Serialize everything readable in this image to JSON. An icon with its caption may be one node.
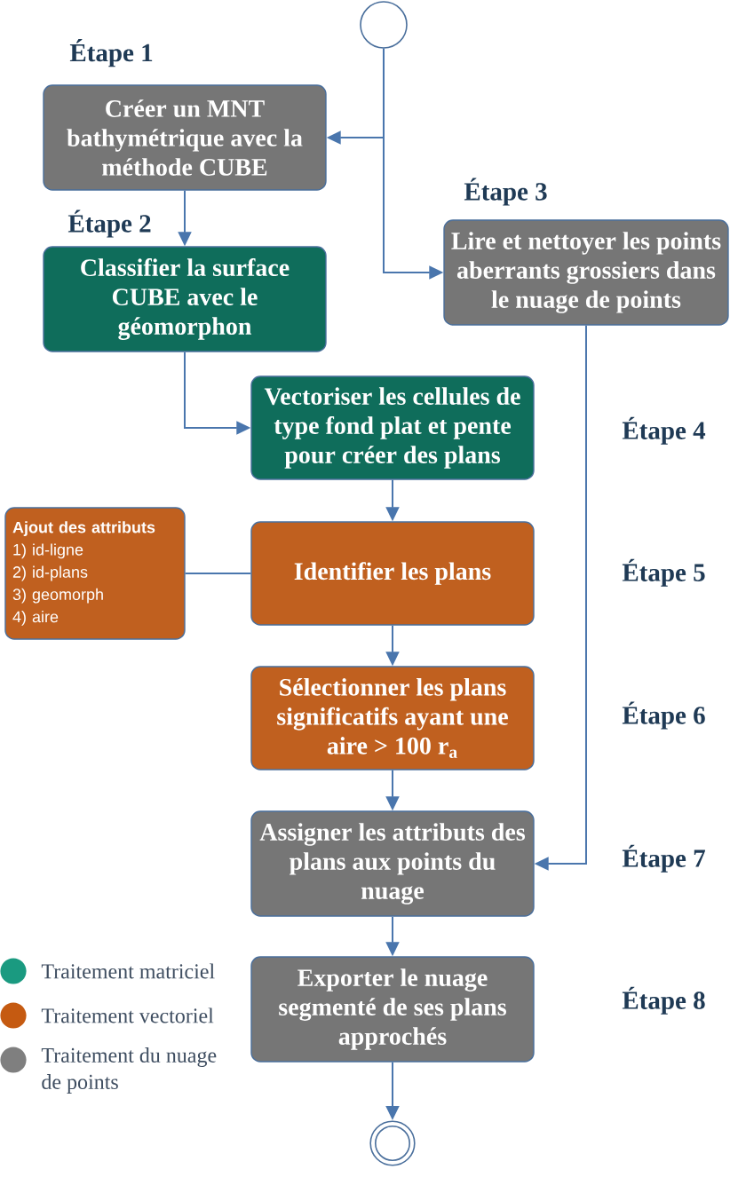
{
  "diagram": {
    "nodes": [
      {
        "text": [],
        "shape": "circle"
      },
      {
        "text": [
          "Créer un MNT bathymétrique avec la méthode CUBE"
        ],
        "beside": [
          "Étape 1"
        ]
      },
      {
        "text": [
          "Classifier la surface CUBE avec le géomorphon"
        ],
        "beside": [
          "Étape 2"
        ]
      },
      {
        "text": [
          "Lire et nettoyer les points aberrants grossiers dans le nuage de points"
        ],
        "beside": [
          "Étape 3"
        ]
      },
      {
        "text": [
          "Vectoriser les cellules de type fond plat et pente pour créer des plans"
        ],
        "beside": [
          "Étape 4"
        ]
      },
      {
        "text": [
          "Ajout des attributs",
          "1) id-ligne",
          "2) id-plans",
          "3) geomorph",
          "4) aire"
        ]
      },
      {
        "text": [
          "Identifier les plans"
        ],
        "beside": [
          "Étape 5"
        ]
      },
      {
        "text": [
          "Sélectionner les plans significatifs ayant une aire > 100 r$_{a}$"
        ],
        "beside": [
          "Étape 6"
        ]
      },
      {
        "text": [
          "Assigner les attributs des plans aux points du nuage"
        ],
        "beside": [
          "Étape 7"
        ]
      },
      {
        "text": [
          "Exporter le nuage segmenté de ses plans approchés"
        ],
        "beside": [
          "Étape 8"
        ]
      },
      {
        "text": [],
        "shape": "circle"
      }
    ],
    "edges": [
      {
        "from": 0,
        "to": 1,
        "arrow": "to"
      },
      {
        "from": 0,
        "to": 3,
        "arrow": "to"
      },
      {
        "from": 1,
        "to": 2,
        "arrow": "to"
      },
      {
        "from": 2,
        "to": 4,
        "arrow": "to"
      },
      {
        "from": 4,
        "to": 6,
        "arrow": "to"
      },
      {
        "from": 5,
        "to": 6,
        "arrow": "none"
      },
      {
        "from": 6,
        "to": 7,
        "arrow": "to"
      },
      {
        "from": 7,
        "to": 8,
        "arrow": "to"
      },
      {
        "from": 3,
        "to": 8,
        "arrow": "to"
      },
      {
        "from": 8,
        "to": 9,
        "arrow": "to"
      },
      {
        "from": 9,
        "to": 10,
        "arrow": "to"
      }
    ],
    "legend": [
      {
        "text": "Traitement matriciel",
        "color": "#1a9a80"
      },
      {
        "text": "Traitement vectoriel",
        "color": "#c55a11"
      },
      {
        "text": "Traitement du nuage de points",
        "color": "#7f7f7f"
      }
    ]
  }
}
